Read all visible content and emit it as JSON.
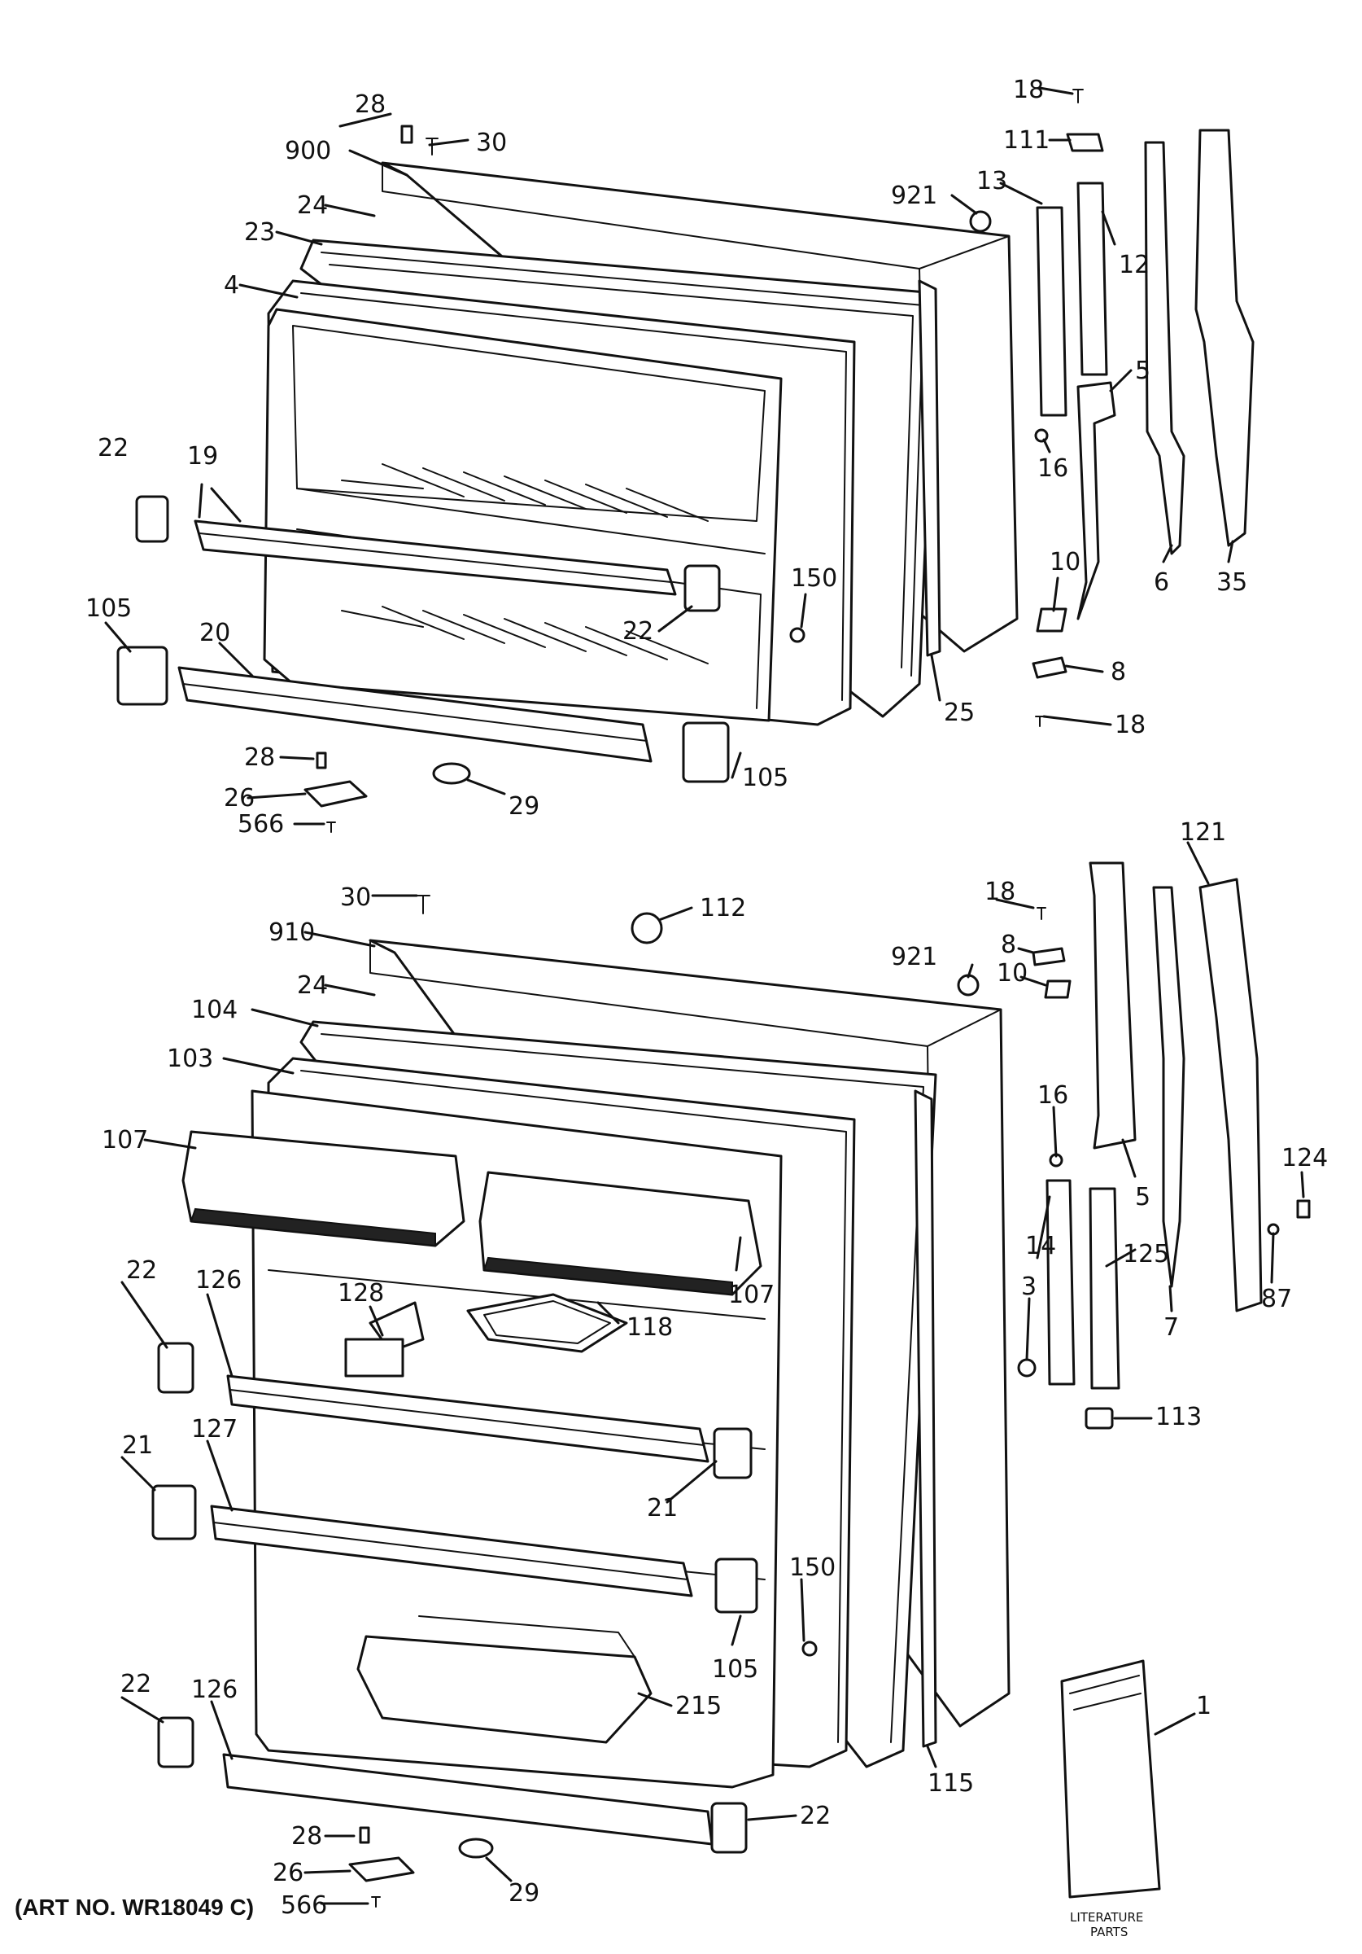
{
  "art_number": "(ART NO. WR18049 C)",
  "literature": {
    "line1": "LITERATURE",
    "line2": "PARTS"
  },
  "callouts": {
    "top": [
      {
        "id": "t28",
        "text": "28"
      },
      {
        "id": "t30",
        "text": "30"
      },
      {
        "id": "t900",
        "text": "900"
      },
      {
        "id": "t24",
        "text": "24"
      },
      {
        "id": "t23",
        "text": "23"
      },
      {
        "id": "t4",
        "text": "4"
      },
      {
        "id": "t22a",
        "text": "22"
      },
      {
        "id": "t19",
        "text": "19"
      },
      {
        "id": "t105a",
        "text": "105"
      },
      {
        "id": "t20",
        "text": "20"
      },
      {
        "id": "t28b",
        "text": "28"
      },
      {
        "id": "t26",
        "text": "26"
      },
      {
        "id": "t566",
        "text": "566"
      },
      {
        "id": "t29",
        "text": "29"
      },
      {
        "id": "t105b",
        "text": "105"
      },
      {
        "id": "t22b",
        "text": "22"
      },
      {
        "id": "t150",
        "text": "150"
      },
      {
        "id": "t25",
        "text": "25"
      },
      {
        "id": "t921",
        "text": "921"
      },
      {
        "id": "t13",
        "text": "13"
      },
      {
        "id": "t12",
        "text": "12"
      },
      {
        "id": "t18a",
        "text": "18"
      },
      {
        "id": "t111",
        "text": "111"
      },
      {
        "id": "t5",
        "text": "5"
      },
      {
        "id": "t16",
        "text": "16"
      },
      {
        "id": "t10",
        "text": "10"
      },
      {
        "id": "t6",
        "text": "6"
      },
      {
        "id": "t35",
        "text": "35"
      },
      {
        "id": "t8",
        "text": "8"
      },
      {
        "id": "t18b",
        "text": "18"
      }
    ],
    "bottom": [
      {
        "id": "b30",
        "text": "30"
      },
      {
        "id": "b112",
        "text": "112"
      },
      {
        "id": "b910",
        "text": "910"
      },
      {
        "id": "b24",
        "text": "24"
      },
      {
        "id": "b104",
        "text": "104"
      },
      {
        "id": "b103",
        "text": "103"
      },
      {
        "id": "b107a",
        "text": "107"
      },
      {
        "id": "b128",
        "text": "128"
      },
      {
        "id": "b118",
        "text": "118"
      },
      {
        "id": "b107b",
        "text": "107"
      },
      {
        "id": "b22a",
        "text": "22"
      },
      {
        "id": "b126a",
        "text": "126"
      },
      {
        "id": "b21a",
        "text": "21"
      },
      {
        "id": "b127",
        "text": "127"
      },
      {
        "id": "b21b",
        "text": "21"
      },
      {
        "id": "b150",
        "text": "150"
      },
      {
        "id": "b105",
        "text": "105"
      },
      {
        "id": "b215",
        "text": "215"
      },
      {
        "id": "b22b",
        "text": "22"
      },
      {
        "id": "b126b",
        "text": "126"
      },
      {
        "id": "b28",
        "text": "28"
      },
      {
        "id": "b26",
        "text": "26"
      },
      {
        "id": "b566",
        "text": "566"
      },
      {
        "id": "b29",
        "text": "29"
      },
      {
        "id": "b22c",
        "text": "22"
      },
      {
        "id": "b115",
        "text": "115"
      },
      {
        "id": "b18",
        "text": "18"
      },
      {
        "id": "b8",
        "text": "8"
      },
      {
        "id": "b921",
        "text": "921"
      },
      {
        "id": "b10",
        "text": "10"
      },
      {
        "id": "b121",
        "text": "121"
      },
      {
        "id": "b16",
        "text": "16"
      },
      {
        "id": "b5",
        "text": "5"
      },
      {
        "id": "b14",
        "text": "14"
      },
      {
        "id": "b125",
        "text": "125"
      },
      {
        "id": "b3",
        "text": "3"
      },
      {
        "id": "b7",
        "text": "7"
      },
      {
        "id": "b87",
        "text": "87"
      },
      {
        "id": "b124",
        "text": "124"
      },
      {
        "id": "b113",
        "text": "113"
      },
      {
        "id": "b1",
        "text": "1"
      }
    ]
  }
}
